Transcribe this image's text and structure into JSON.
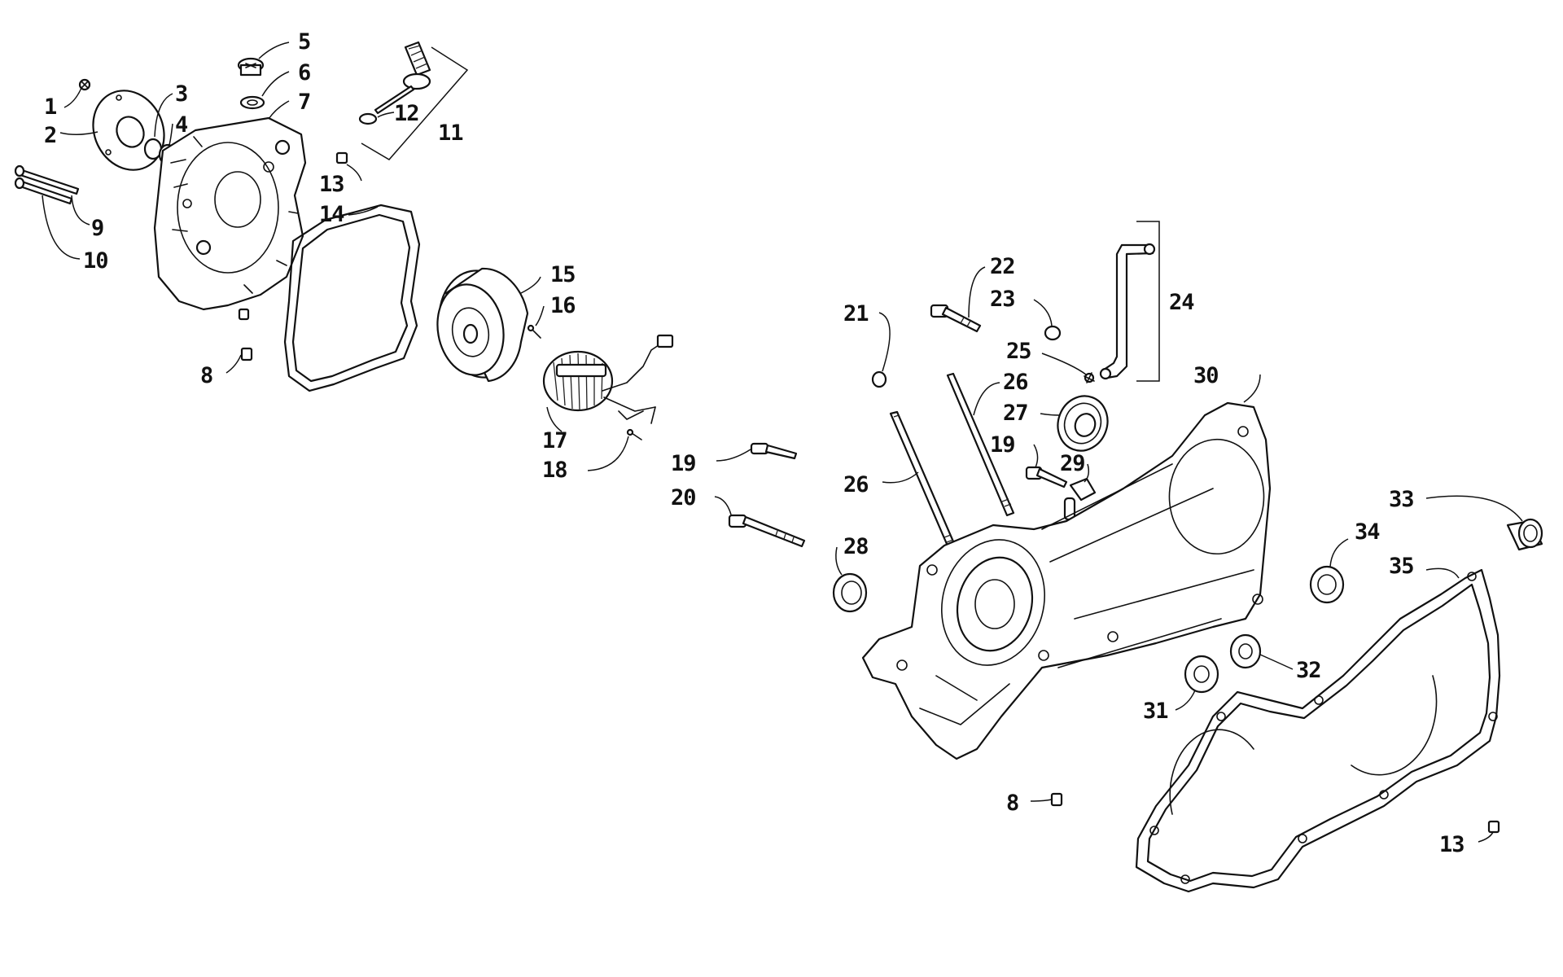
{
  "callouts": [
    {
      "id": "c1",
      "text": "1"
    },
    {
      "id": "c2",
      "text": "2"
    },
    {
      "id": "c3",
      "text": "3"
    },
    {
      "id": "c4",
      "text": "4"
    },
    {
      "id": "c5",
      "text": "5"
    },
    {
      "id": "c6",
      "text": "6"
    },
    {
      "id": "c7",
      "text": "7"
    },
    {
      "id": "c8a",
      "text": "8"
    },
    {
      "id": "c8b",
      "text": "8"
    },
    {
      "id": "c9",
      "text": "9"
    },
    {
      "id": "c10",
      "text": "10"
    },
    {
      "id": "c11",
      "text": "11"
    },
    {
      "id": "c12",
      "text": "12"
    },
    {
      "id": "c13a",
      "text": "13"
    },
    {
      "id": "c13b",
      "text": "13"
    },
    {
      "id": "c14",
      "text": "14"
    },
    {
      "id": "c15",
      "text": "15"
    },
    {
      "id": "c16",
      "text": "16"
    },
    {
      "id": "c17",
      "text": "17"
    },
    {
      "id": "c18",
      "text": "18"
    },
    {
      "id": "c19a",
      "text": "19"
    },
    {
      "id": "c19b",
      "text": "19"
    },
    {
      "id": "c20",
      "text": "20"
    },
    {
      "id": "c21",
      "text": "21"
    },
    {
      "id": "c22",
      "text": "22"
    },
    {
      "id": "c23",
      "text": "23"
    },
    {
      "id": "c24",
      "text": "24"
    },
    {
      "id": "c25",
      "text": "25"
    },
    {
      "id": "c26a",
      "text": "26"
    },
    {
      "id": "c26b",
      "text": "26"
    },
    {
      "id": "c27",
      "text": "27"
    },
    {
      "id": "c28",
      "text": "28"
    },
    {
      "id": "c29",
      "text": "29"
    },
    {
      "id": "c30",
      "text": "30"
    },
    {
      "id": "c31",
      "text": "31"
    },
    {
      "id": "c32",
      "text": "32"
    },
    {
      "id": "c33",
      "text": "33"
    },
    {
      "id": "c34",
      "text": "34"
    },
    {
      "id": "c35",
      "text": "35"
    }
  ]
}
